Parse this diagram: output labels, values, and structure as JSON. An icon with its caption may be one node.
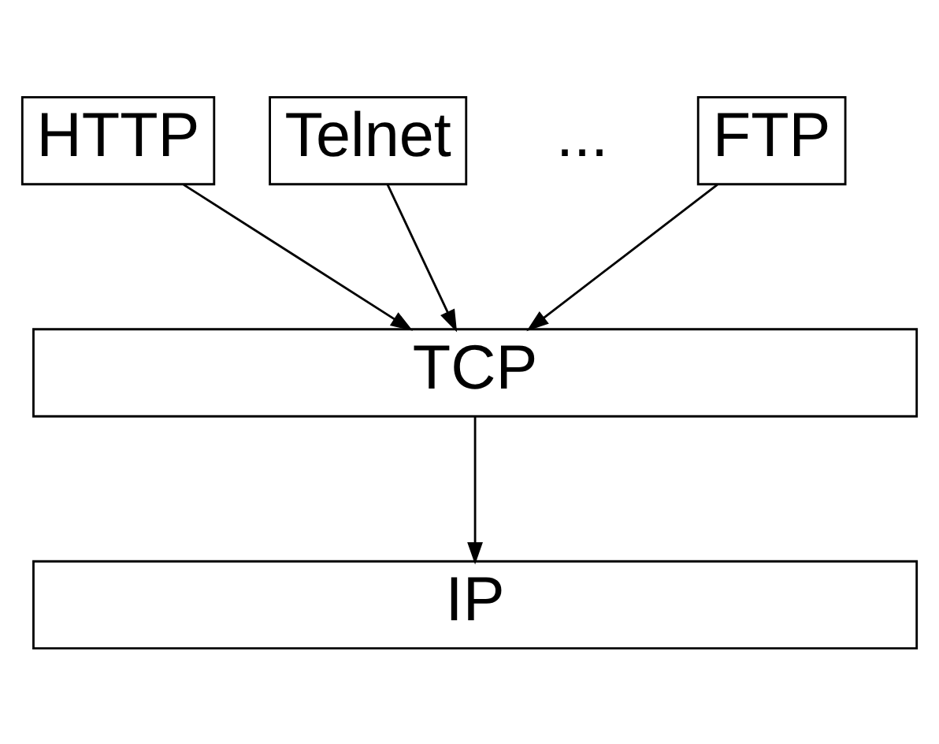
{
  "diagram": {
    "nodes": [
      {
        "text": [
          "HTTP"
        ]
      },
      {
        "text": [
          "Telnet"
        ]
      },
      {
        "text": [
          "FTP"
        ]
      },
      {
        "text": [
          "TCP"
        ]
      },
      {
        "text": [
          "IP"
        ]
      }
    ],
    "edges": [
      {
        "from": 0,
        "to": 3,
        "arrow": "to"
      },
      {
        "from": 1,
        "to": 3,
        "arrow": "to"
      },
      {
        "from": 2,
        "to": 3,
        "arrow": "to"
      },
      {
        "from": 3,
        "to": 4,
        "arrow": "to"
      }
    ],
    "labels": [
      "..."
    ]
  }
}
